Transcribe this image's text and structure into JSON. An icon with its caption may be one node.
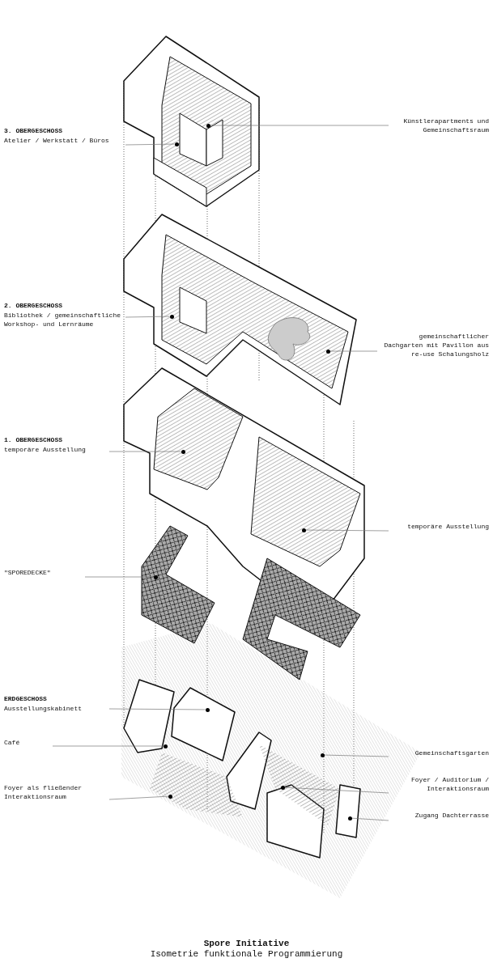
{
  "diagram": {
    "title": "Spore Initiative",
    "caption": "Isometrie funktionale Programmierung",
    "nodes": [
      {
        "text": [
          "3. OBERGESCHOSS",
          "Atelier / Werkstatt / Büros"
        ]
      },
      {
        "text": [],
        "shape": "circle"
      },
      {
        "text": [
          "Künstlerapartments und Gemeinschaftsraum"
        ]
      },
      {
        "text": [],
        "shape": "circle"
      },
      {
        "text": [
          "2. OBERGESCHOSS",
          "Bibliothek / gemeinschaftliche Workshop- und Lernräume"
        ]
      },
      {
        "text": [],
        "shape": "circle"
      },
      {
        "text": [
          "gemeinschaftlicher Dachgarten mit Pavillon aus re-use Schalungsholz"
        ]
      },
      {
        "text": [],
        "shape": "circle"
      },
      {
        "text": [
          "1. OBERGESCHOSS",
          "temporäre Ausstellung"
        ]
      },
      {
        "text": [],
        "shape": "circle"
      },
      {
        "text": [
          "temporäre Ausstellung"
        ]
      },
      {
        "text": [],
        "shape": "circle"
      },
      {
        "text": [
          "\"SPOREDECKE\""
        ]
      },
      {
        "text": [],
        "shape": "circle"
      },
      {
        "text": [
          "ERDGESCHOSS",
          "Ausstellungskabinett"
        ]
      },
      {
        "text": [],
        "shape": "circle"
      },
      {
        "text": [
          "Café"
        ]
      },
      {
        "text": [],
        "shape": "circle"
      },
      {
        "text": [
          "Foyer als fließender Interaktionsraum"
        ]
      },
      {
        "text": [],
        "shape": "circle"
      },
      {
        "text": [
          "Gemeinschaftsgarten"
        ]
      },
      {
        "text": [],
        "shape": "circle"
      },
      {
        "text": [
          "Foyer / Auditorium / Interaktionsraum"
        ]
      },
      {
        "text": [],
        "shape": "circle"
      },
      {
        "text": [
          "Zugang Dachterrasse"
        ]
      },
      {
        "text": [],
        "shape": "circle"
      }
    ],
    "edges": [
      {
        "from": 0,
        "to": 1,
        "arrow": "none"
      },
      {
        "from": 2,
        "to": 3,
        "arrow": "none"
      },
      {
        "from": 4,
        "to": 5,
        "arrow": "none"
      },
      {
        "from": 6,
        "to": 7,
        "arrow": "none"
      },
      {
        "from": 8,
        "to": 9,
        "arrow": "none"
      },
      {
        "from": 10,
        "to": 11,
        "arrow": "none"
      },
      {
        "from": 12,
        "to": 13,
        "arrow": "none"
      },
      {
        "from": 14,
        "to": 15,
        "arrow": "none"
      },
      {
        "from": 16,
        "to": 17,
        "arrow": "none"
      },
      {
        "from": 18,
        "to": 19,
        "arrow": "none"
      },
      {
        "from": 20,
        "to": 21,
        "arrow": "none"
      },
      {
        "from": 22,
        "to": 23,
        "arrow": "none"
      },
      {
        "from": 24,
        "to": 25,
        "arrow": "none"
      }
    ]
  }
}
